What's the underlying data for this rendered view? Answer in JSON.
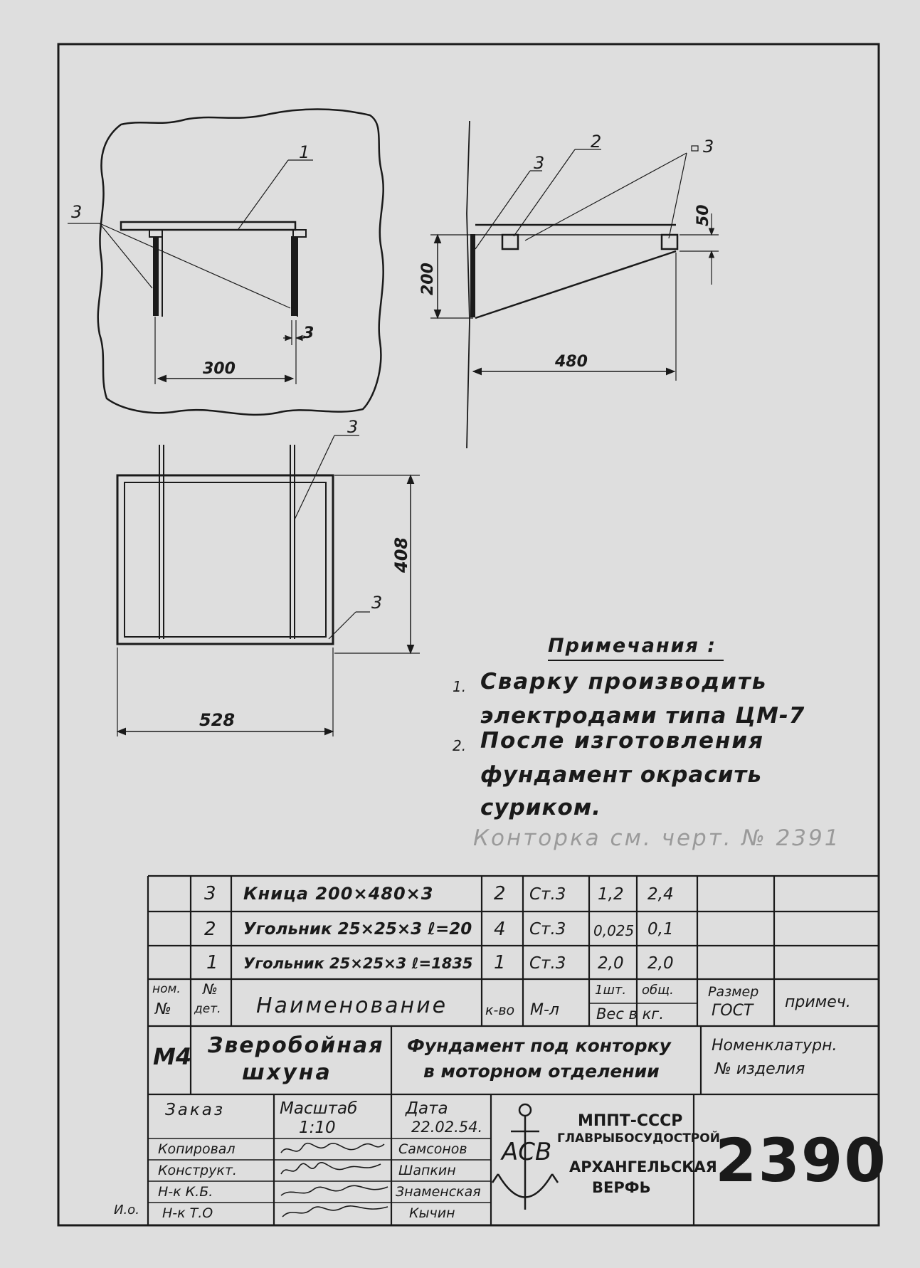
{
  "drawing": {
    "side_view": {
      "callout_top": "1",
      "callout_left": "3",
      "gap": "3",
      "width_dim": "300"
    },
    "bracket_view": {
      "callout_2": "2",
      "callout_3_left": "3",
      "callout_3_right": "3",
      "height_dim": "200",
      "leg_dim": "50",
      "length_dim": "480"
    },
    "plan_view": {
      "callout_top": "3",
      "callout_corner": "3",
      "height_dim": "408",
      "width_dim": "528"
    }
  },
  "notes": {
    "heading": "Примечания :",
    "items": [
      {
        "num": "1.",
        "line1": "Сварку производить",
        "line2": "электродами типа ЦМ-7"
      },
      {
        "num": "2.",
        "line1": "После изготовления",
        "line2": "фундамент окрасить",
        "line3": "суриком."
      }
    ],
    "pencil_note": "Конторка см. черт. № 2391"
  },
  "parts_table": {
    "rows": [
      {
        "pos": "3",
        "name": "Кница 200×480×3",
        "qty": "2",
        "material": "Ст.3",
        "unit_weight": "1,2",
        "total_weight": "2,4"
      },
      {
        "pos": "2",
        "name": "Угольник 25×25×3 ℓ=20",
        "qty": "4",
        "material": "Ст.3",
        "unit_weight": "0,025",
        "total_weight": "0,1"
      },
      {
        "pos": "1",
        "name": "Угольник 25×25×3 ℓ=1835",
        "qty": "1",
        "material": "Ст.3",
        "unit_weight": "2,0",
        "total_weight": "2,0"
      }
    ],
    "headers": {
      "nom_line1": "ном.",
      "nom_line2": "№",
      "det_line1": "№",
      "det_line2": "дет.",
      "name": "Наименование",
      "qty": "к-во",
      "material": "М-л",
      "unit_weight": "1шт.",
      "total_weight": "общ.",
      "weight": "Вес в кг.",
      "gost_line1": "Размер",
      "gost_line2": "ГОСТ",
      "remark": "примеч."
    }
  },
  "title_block": {
    "sheet_code": "М4",
    "vessel_line1": "Зверобойная",
    "vessel_line2": "шхуна",
    "title_line1": "Фундамент под конторку",
    "title_line2": "в моторном отделении",
    "nomen_line1": "Номенклатурн.",
    "nomen_line2": "№ изделия",
    "order_label": "Заказ",
    "scale_label": "Масштаб",
    "scale_value": "1:10",
    "date_label": "Дата",
    "date_value": "22.02.54.",
    "signatures": [
      {
        "role": "Копировал",
        "name": "Самсонов"
      },
      {
        "role": "Конструкт.",
        "name": "Шапкин"
      },
      {
        "role": "Н-к К.Б.",
        "name": "Знаменская"
      },
      {
        "role": "Н-к Т.О",
        "name": "Кычин"
      }
    ],
    "org_line1": "МППТ-СССР",
    "org_line2": "ГЛАВРЫБОСУДОСТРОЙ",
    "org_line3": "АРХАНГЕЛЬСКАЯ",
    "org_line4": "ВЕРФЬ",
    "logo_letters": "АСВ",
    "drawing_number": "2390",
    "margin_mark": "И.о."
  }
}
